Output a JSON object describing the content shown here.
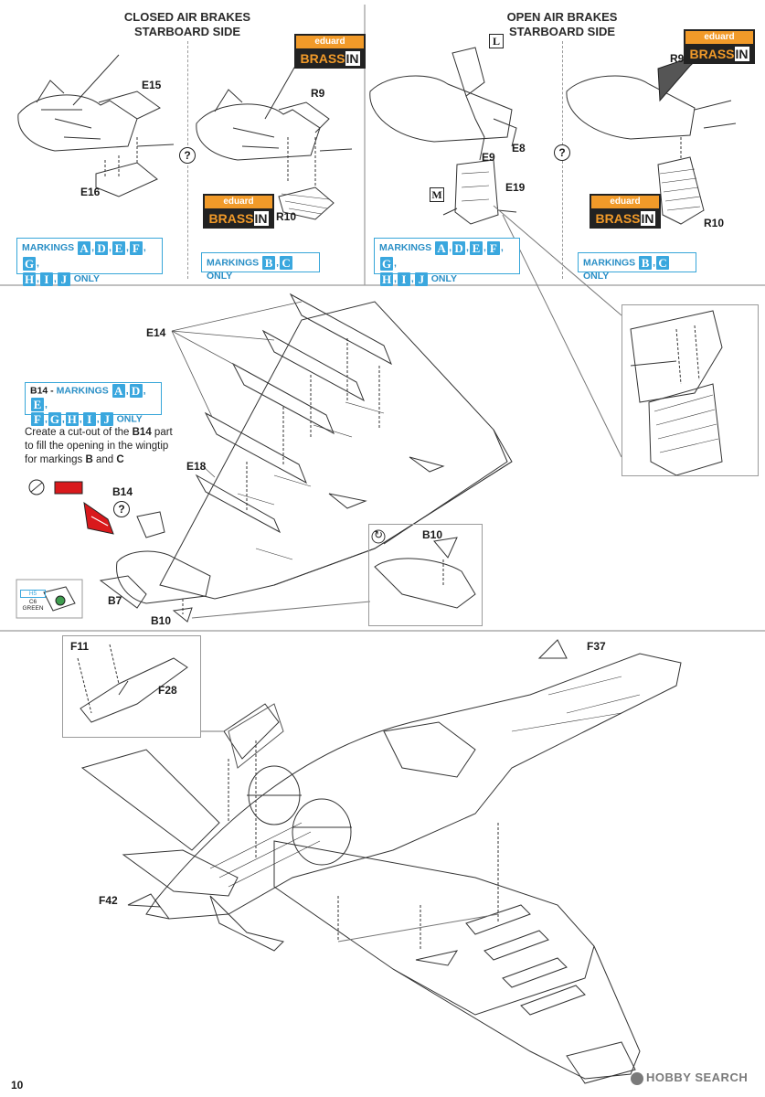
{
  "top_left": {
    "title_line1": "CLOSED AIR BRAKES",
    "title_line2": "STARBOARD SIDE",
    "parts": [
      "E15",
      "E16",
      "R9",
      "R10"
    ],
    "markings_a": {
      "prefix": "MARKINGS",
      "letters_row1": [
        "A",
        "D",
        "E",
        "F",
        "G"
      ],
      "letters_row2": [
        "H",
        "I",
        "J"
      ],
      "suffix": "ONLY"
    },
    "markings_b": {
      "prefix": "MARKINGS",
      "letters": [
        "B",
        "C"
      ],
      "suffix": "ONLY"
    }
  },
  "top_right": {
    "title_line1": "OPEN AIR BRAKES",
    "title_line2": "STARBOARD SIDE",
    "parts": [
      "E9",
      "E8",
      "E19",
      "R9",
      "R10"
    ],
    "ref_L": "L",
    "ref_M": "M",
    "markings_a": {
      "prefix": "MARKINGS",
      "letters_row1": [
        "A",
        "D",
        "E",
        "F",
        "G"
      ],
      "letters_row2": [
        "H",
        "I",
        "J"
      ],
      "suffix": "ONLY"
    },
    "markings_b": {
      "prefix": "MARKINGS",
      "letters": [
        "B",
        "C"
      ],
      "suffix": "ONLY"
    }
  },
  "brassin": {
    "top": "eduard",
    "bottom_main": "BRASS",
    "bottom_in": "IN"
  },
  "question_mark": "?",
  "middle": {
    "part_e14": "E14",
    "part_e18": "E18",
    "part_b14": "B14",
    "part_b7": "B7",
    "part_b10": "B10",
    "part_b10_inset": "B10",
    "b14_markings": {
      "prefix": "B14 -",
      "word": "MARKINGS",
      "letters_row1": [
        "A",
        "D",
        "E"
      ],
      "letters_row2": [
        "F",
        "G",
        "H",
        "I",
        "J"
      ],
      "suffix": "ONLY"
    },
    "note_line1_pre": "Create a cut-out of the ",
    "note_line1_bold": "B14",
    "note_line1_post": " part",
    "note_line2": "to fill the opening in the wingtip",
    "note_line3_pre": "for markings ",
    "note_line3_b": "B",
    "note_line3_mid": " and ",
    "note_line3_c": "C",
    "paint": {
      "h": "H5",
      "c": "C6",
      "name": "GREEN"
    }
  },
  "bottom": {
    "part_f11": "F11",
    "part_f28": "F28",
    "part_f37": "F37",
    "part_f42": "F42"
  },
  "page_number": "10",
  "watermark": "HOBBY SEARCH",
  "colors": {
    "accent": "#3aa7de",
    "brassin_orange": "#f19a29",
    "cutout_red": "#d9191c",
    "frame": "#9a9a9a"
  }
}
